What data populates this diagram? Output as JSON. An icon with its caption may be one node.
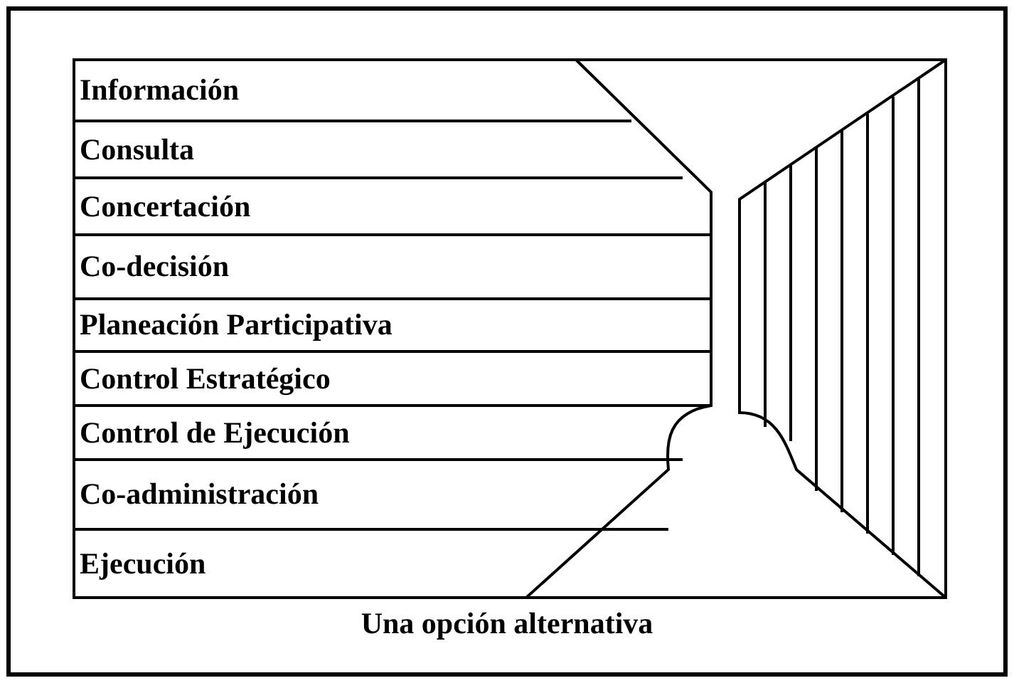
{
  "diagram": {
    "caption": "Una opción alternativa",
    "nodes": [
      {
        "text": [
          "Información"
        ]
      },
      {
        "text": [
          "Consulta"
        ]
      },
      {
        "text": [
          "Concertación"
        ]
      },
      {
        "text": [
          "Co-decisión"
        ]
      },
      {
        "text": [
          "Planeación Participativa"
        ]
      },
      {
        "text": [
          "Control Estratégico"
        ]
      },
      {
        "text": [
          "Control de Ejecución"
        ]
      },
      {
        "text": [
          "Co-administración"
        ]
      },
      {
        "text": [
          "Ejecución"
        ]
      }
    ],
    "edges": []
  }
}
